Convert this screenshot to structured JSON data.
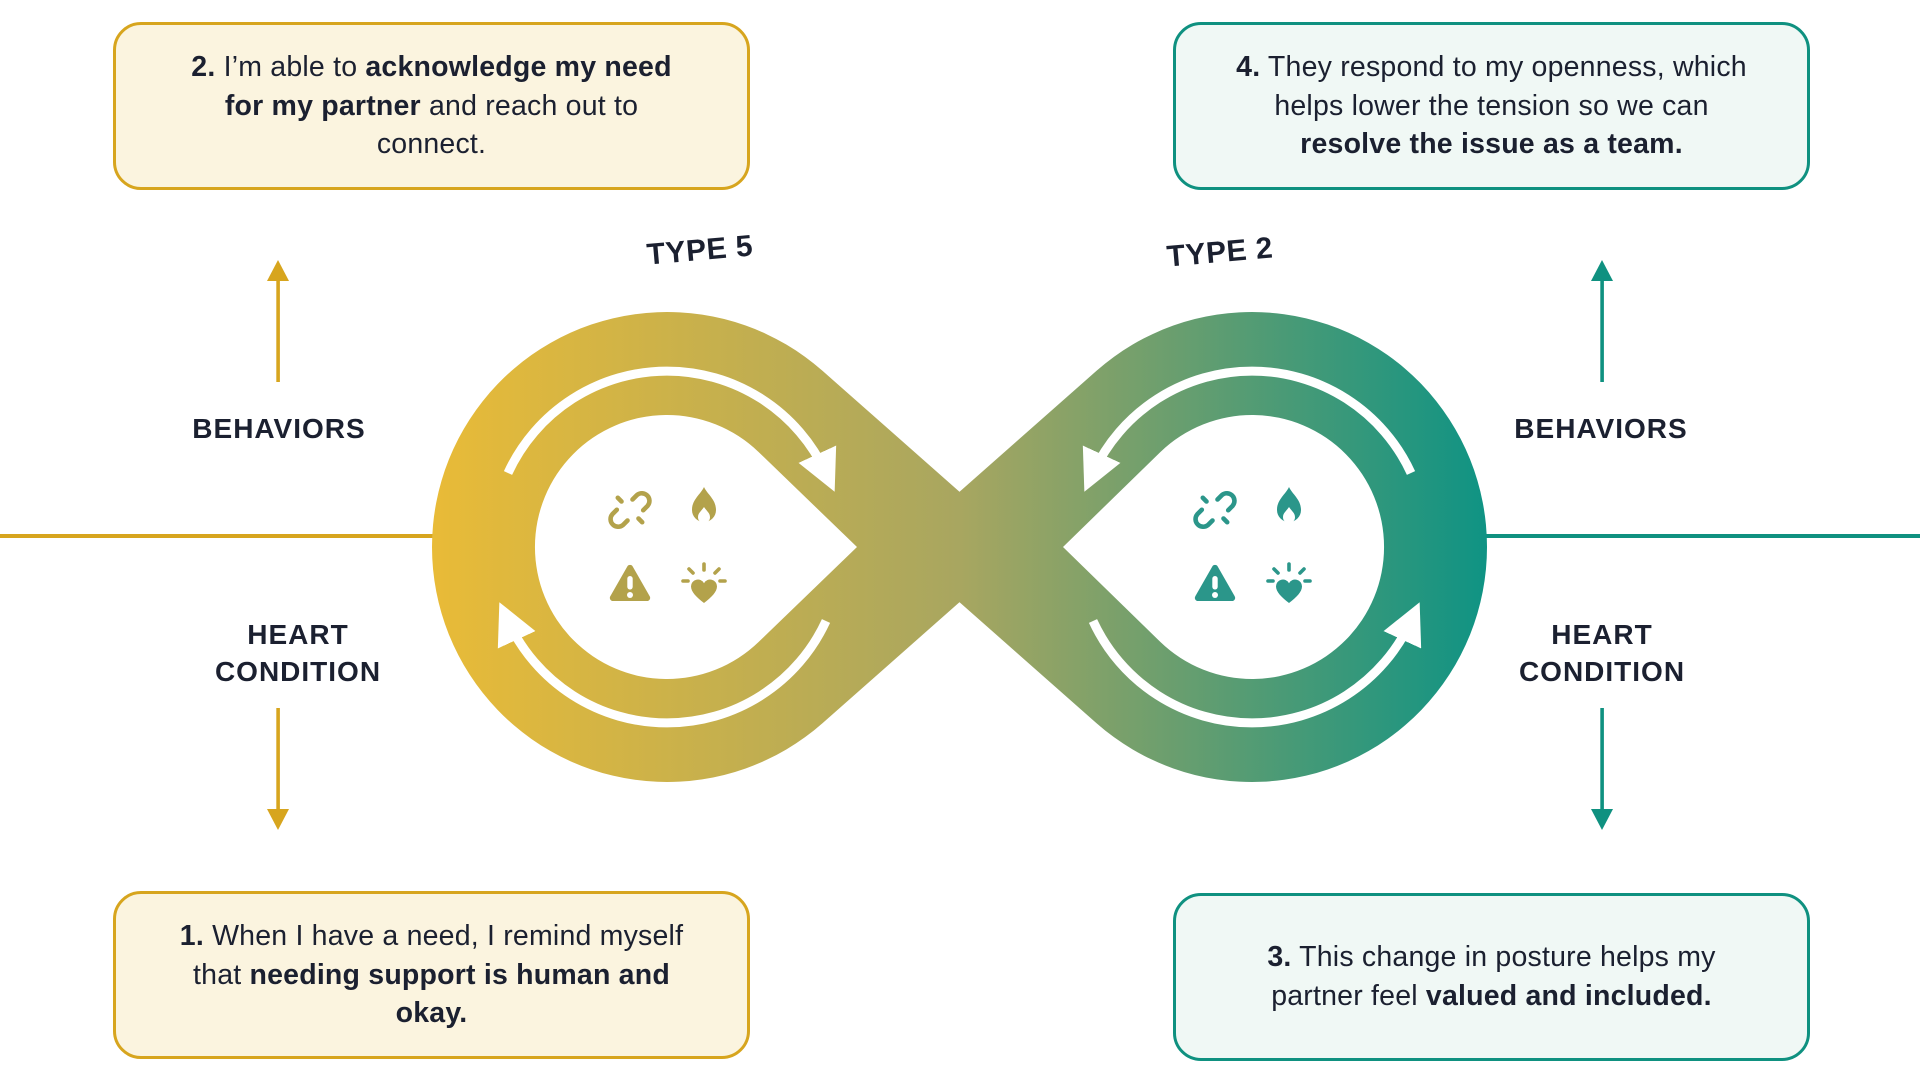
{
  "palette": {
    "gold": "#D7A51E",
    "teal": "#0F9180",
    "ink": "#1B2030",
    "cream_bg": "#FBF4DF",
    "mint_bg": "#F0F8F5",
    "gradient_left": "#E9BB37",
    "gradient_mid": "#A8A660",
    "gradient_right": "#0E9384"
  },
  "types": {
    "left": "TYPE 5",
    "right": "TYPE 2"
  },
  "side_labels": {
    "behaviors": "BEHAVIORS",
    "heart": "HEART",
    "condition": "CONDITION"
  },
  "callouts": {
    "step1": {
      "parts": [
        "1.",
        " When I have a need, I remind myself that ",
        "needing support is human and okay."
      ]
    },
    "step2": {
      "parts": [
        "2.",
        " I’m able to ",
        "acknowledge my need for my partner",
        " and reach out to connect."
      ]
    },
    "step3": {
      "parts": [
        "3.",
        " This change in posture helps my partner feel ",
        "valued and included."
      ]
    },
    "step4": {
      "parts": [
        "4.",
        " They respond to my openness, which helps lower the tension so we can ",
        "resolve the issue as a team."
      ]
    }
  },
  "icons": [
    "broken-link-icon",
    "flame-icon",
    "warning-triangle-icon",
    "heart-burst-icon"
  ]
}
